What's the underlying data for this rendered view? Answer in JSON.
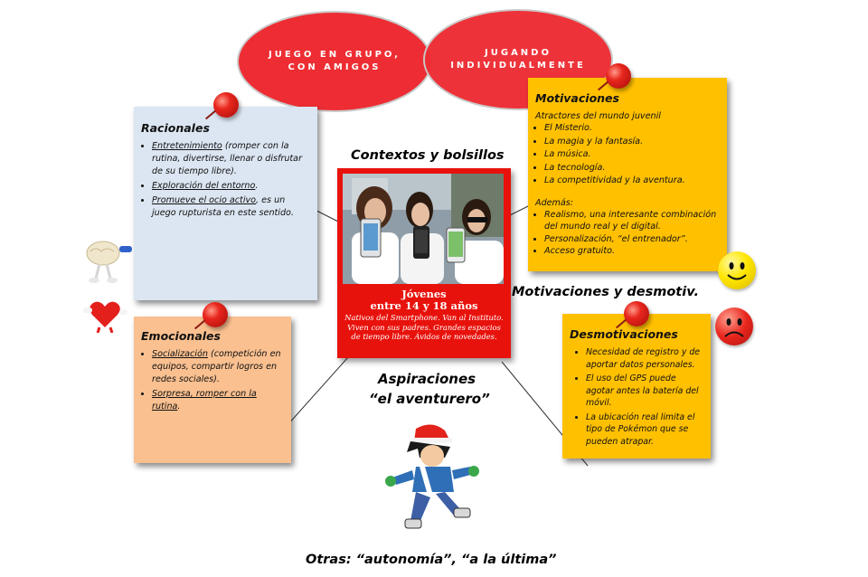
{
  "ellipses": {
    "group": "JUEGO EN GRUPO, CON AMIGOS",
    "individual": "JUGANDO INDIVIDUALMENTE"
  },
  "center": {
    "heading": "Contextos y bolsillos",
    "photo_alt": "Tres chicas jóvenes sonriendo mostrando smartphones",
    "title": "Jóvenes",
    "subtitle": "entre 14 y 18 años",
    "description": "Nativos del Smartphone. Van al Instituto. Viven con sus padres. Grandes espacios de tiempo libre. Ávidos de novedades.",
    "color": "#e8120c"
  },
  "racionales": {
    "title": "Racionales",
    "items": [
      {
        "underlined": "Entretenimiento",
        "rest": " (romper con la rutina, divertirse, llenar o disfrutar de su tiempo libre)."
      },
      {
        "underlined": "Exploración del entorno",
        "rest": "."
      },
      {
        "underlined": "Promueve el ocio activo",
        "rest": ",  es un juego rupturista en este sentido."
      }
    ],
    "color": "#dce6f2"
  },
  "emocionales": {
    "title": "Emocionales",
    "items": [
      {
        "underlined": "Socialización",
        "rest": " (competición en equipos, compartir logros en redes sociales)."
      },
      {
        "underlined": "Sorpresa, romper con la rutina",
        "rest": "."
      }
    ],
    "color": "#fac090"
  },
  "motivaciones": {
    "title": "Motivaciones",
    "intro": "Atractores del mundo juvenil",
    "items": [
      "El Misterio.",
      "La magia y la fantasía.",
      "La música.",
      "La tecnología.",
      "La competitividad y la aventura."
    ],
    "extra_label": "Además:",
    "extra_items": [
      "Realismo, una interesante combinación del mundo real y el digital.",
      "Personalización, “el entrenador”.",
      "Acceso gratuito."
    ],
    "color": "#ffc000"
  },
  "desmotivaciones": {
    "title": "Desmotivaciones",
    "items": [
      "Necesidad de registro y de aportar datos personales.",
      "El uso del GPS puede agotar antes la batería del móvil.",
      "La ubicación real limita el tipo de Pokémon que se pueden atrapar."
    ],
    "color": "#ffc000"
  },
  "labels": {
    "motivaciones_desmotiv": "Motivaciones y desmotiv.",
    "aspiraciones_1": "Aspiraciones",
    "aspiraciones_2": "“el aventurero”",
    "otras": "Otras: “autonomía”, “a la última”"
  },
  "icons": {
    "brain": "brain-icon",
    "heart": "heart-icon",
    "happy": "happy-face-icon",
    "sad": "sad-face-icon",
    "trainer": "pokemon-trainer-illustration"
  },
  "colors": {
    "ellipse": "#ed2d33",
    "pin": "#e8261d",
    "happy_face": "#ffe600",
    "sad_face": "#e8261d"
  }
}
